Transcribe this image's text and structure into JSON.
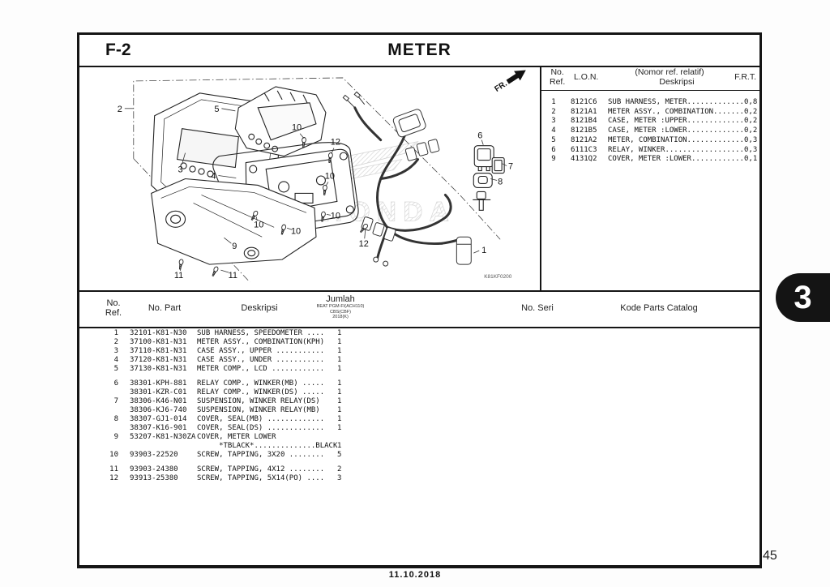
{
  "header": {
    "section_code": "F-2",
    "title": "METER"
  },
  "diagram": {
    "fr_label": "FR.",
    "code": "K81KF0200",
    "watermark": "HONDA",
    "callouts": [
      {
        "label": "2"
      },
      {
        "label": "5"
      },
      {
        "label": "3"
      },
      {
        "label": "4"
      },
      {
        "label": "10"
      },
      {
        "label": "12"
      },
      {
        "label": "10"
      },
      {
        "label": "10"
      },
      {
        "label": "10"
      },
      {
        "label": "10"
      },
      {
        "label": "12"
      },
      {
        "label": "9"
      },
      {
        "label": "11"
      },
      {
        "label": "11"
      },
      {
        "label": "1"
      },
      {
        "label": "6"
      },
      {
        "label": "7"
      },
      {
        "label": "8"
      }
    ]
  },
  "ref_table": {
    "headers": {
      "no_ref_line1": "No.",
      "no_ref_line2": "Ref.",
      "lon": "L.O.N.",
      "desc_line1": "(Nomor ref. relatif)",
      "desc_line2": "Deskripsi",
      "frt": "F.R.T."
    },
    "rows": [
      {
        "ref": "1",
        "lon": "8121C6",
        "desc": "SUB HARNESS, METER.............",
        "frt": "0,8"
      },
      {
        "ref": "2",
        "lon": "8121A1",
        "desc": "METER ASSY., COMBINATION.......",
        "frt": "0,2"
      },
      {
        "ref": "3",
        "lon": "8121B4",
        "desc": "CASE, METER :UPPER.............",
        "frt": "0,2"
      },
      {
        "ref": "4",
        "lon": "8121B5",
        "desc": "CASE, METER :LOWER.............",
        "frt": "0,2"
      },
      {
        "ref": "5",
        "lon": "8121A2",
        "desc": "METER, COMBINATION.............",
        "frt": "0,3"
      },
      {
        "ref": "6",
        "lon": "6111C3",
        "desc": "RELAY, WINKER..................",
        "frt": "0,3"
      },
      {
        "ref": "9",
        "lon": "4131Q2",
        "desc": "COVER, METER :LOWER............",
        "frt": "0,1"
      }
    ]
  },
  "parts_table": {
    "headers": {
      "no_ref_line1": "No.",
      "no_ref_line2": "Ref.",
      "no_part": "No. Part",
      "deskripsi": "Deskripsi",
      "jumlah": "Jumlah",
      "jumlah_sub1": "BEAT PGM-FI(ACH110)",
      "jumlah_sub2": "CBS(CBF)",
      "jumlah_sub3": "2018(K)",
      "no_seri": "No. Seri",
      "kode_parts": "Kode Parts Catalog"
    },
    "groups": [
      {
        "rows": [
          {
            "ref": "1",
            "part": "32101-K81-N30",
            "desc": "SUB HARNESS, SPEEDOMETER ....",
            "qty": "1"
          },
          {
            "ref": "2",
            "part": "37100-K81-N31",
            "desc": "METER ASSY., COMBINATION(KPH)",
            "qty": "1"
          },
          {
            "ref": "3",
            "part": "37110-K81-N31",
            "desc": "CASE ASSY., UPPER ...........",
            "qty": "1"
          },
          {
            "ref": "4",
            "part": "37120-K81-N31",
            "desc": "CASE ASSY., UNDER ...........",
            "qty": "1"
          },
          {
            "ref": "5",
            "part": "37130-K81-N31",
            "desc": "METER COMP., LCD ............",
            "qty": "1"
          }
        ]
      },
      {
        "rows": [
          {
            "ref": "6",
            "part": "38301-KPH-881",
            "desc": "RELAY COMP., WINKER(MB) .....",
            "qty": "1"
          },
          {
            "ref": "",
            "part": "38301-KZR-C01",
            "desc": "RELAY COMP., WINKER(DS) .....",
            "qty": "1"
          },
          {
            "ref": "7",
            "part": "38306-K46-N01",
            "desc": "SUSPENSION, WINKER RELAY(DS)",
            "qty": "1"
          },
          {
            "ref": "",
            "part": "38306-KJ6-740",
            "desc": "SUSPENSION, WINKER RELAY(MB)",
            "qty": "1"
          },
          {
            "ref": "8",
            "part": "38307-GJ1-014",
            "desc": "COVER, SEAL(MB) .............",
            "qty": "1"
          },
          {
            "ref": "",
            "part": "38307-K16-901",
            "desc": "COVER, SEAL(DS) .............",
            "qty": "1"
          },
          {
            "ref": "9",
            "part": "53207-K81-N30ZA",
            "desc": "COVER, METER LOWER",
            "qty": ""
          },
          {
            "ref": "",
            "part": "",
            "desc": "     *TBLACK*..............BLACK",
            "qty": "1"
          },
          {
            "ref": "10",
            "part": "93903-22520",
            "desc": "SCREW, TAPPING, 3X20 ........",
            "qty": "5"
          }
        ]
      },
      {
        "rows": [
          {
            "ref": "11",
            "part": "93903-24380",
            "desc": "SCREW, TAPPING, 4X12 ........",
            "qty": "2"
          },
          {
            "ref": "12",
            "part": "93913-25380",
            "desc": "SCREW, TAPPING, 5X14(PO) ....",
            "qty": "3"
          }
        ]
      }
    ]
  },
  "side_tab": {
    "label": "3"
  },
  "footer": {
    "date": "11.10.2018",
    "page_number": "45"
  }
}
